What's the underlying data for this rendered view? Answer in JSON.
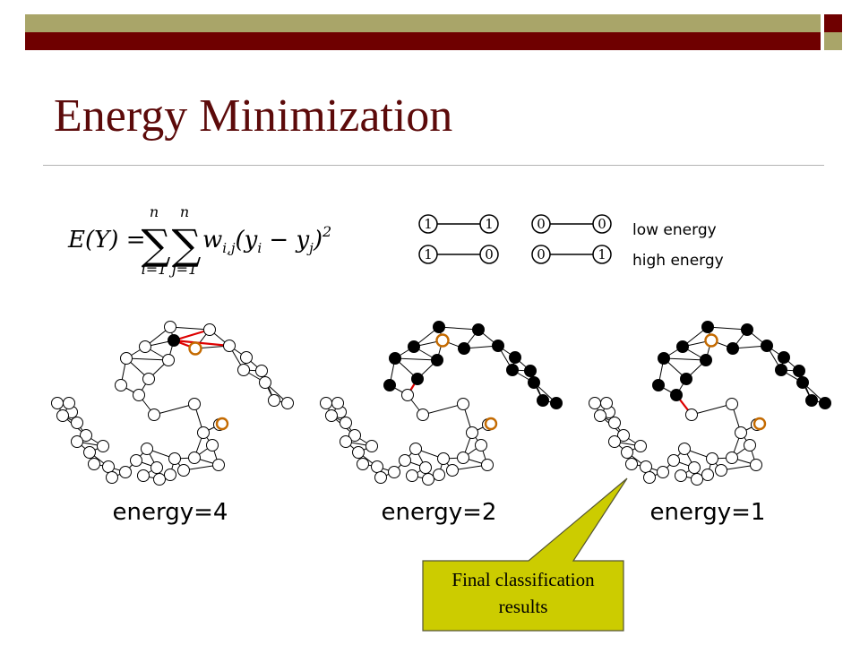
{
  "slide": {
    "title": "Energy Minimization",
    "colors": {
      "title": "#5c0a0a",
      "bar_olive": "#a9a569",
      "bar_maroon": "#6f0000",
      "edge_cut": "#dd0000",
      "highlight_node": "#c46a00",
      "callout_fill": "#cccc00"
    }
  },
  "formula": {
    "lhs": "E(Y) =",
    "sum1_upper": "n",
    "sum1_lower": "i=1",
    "sum2_upper": "n",
    "sum2_lower": "j=1",
    "term": "w",
    "term_sub": "i,j",
    "term_rest": "(y",
    "yi_sub": "i",
    "minus": " − y",
    "yj_sub": "j",
    "close": ")",
    "power": "2"
  },
  "legend": {
    "low": {
      "pair1": [
        "1",
        "1"
      ],
      "pair2": [
        "0",
        "0"
      ],
      "label": "low energy"
    },
    "high": {
      "pair1": [
        "1",
        "0"
      ],
      "pair2": [
        "0",
        "1"
      ],
      "label": "high energy"
    }
  },
  "graphs": [
    {
      "label": "energy=4"
    },
    {
      "label": "energy=2"
    },
    {
      "label": "energy=1"
    }
  ],
  "callout": {
    "line1": "Final classification",
    "line2": "results"
  }
}
